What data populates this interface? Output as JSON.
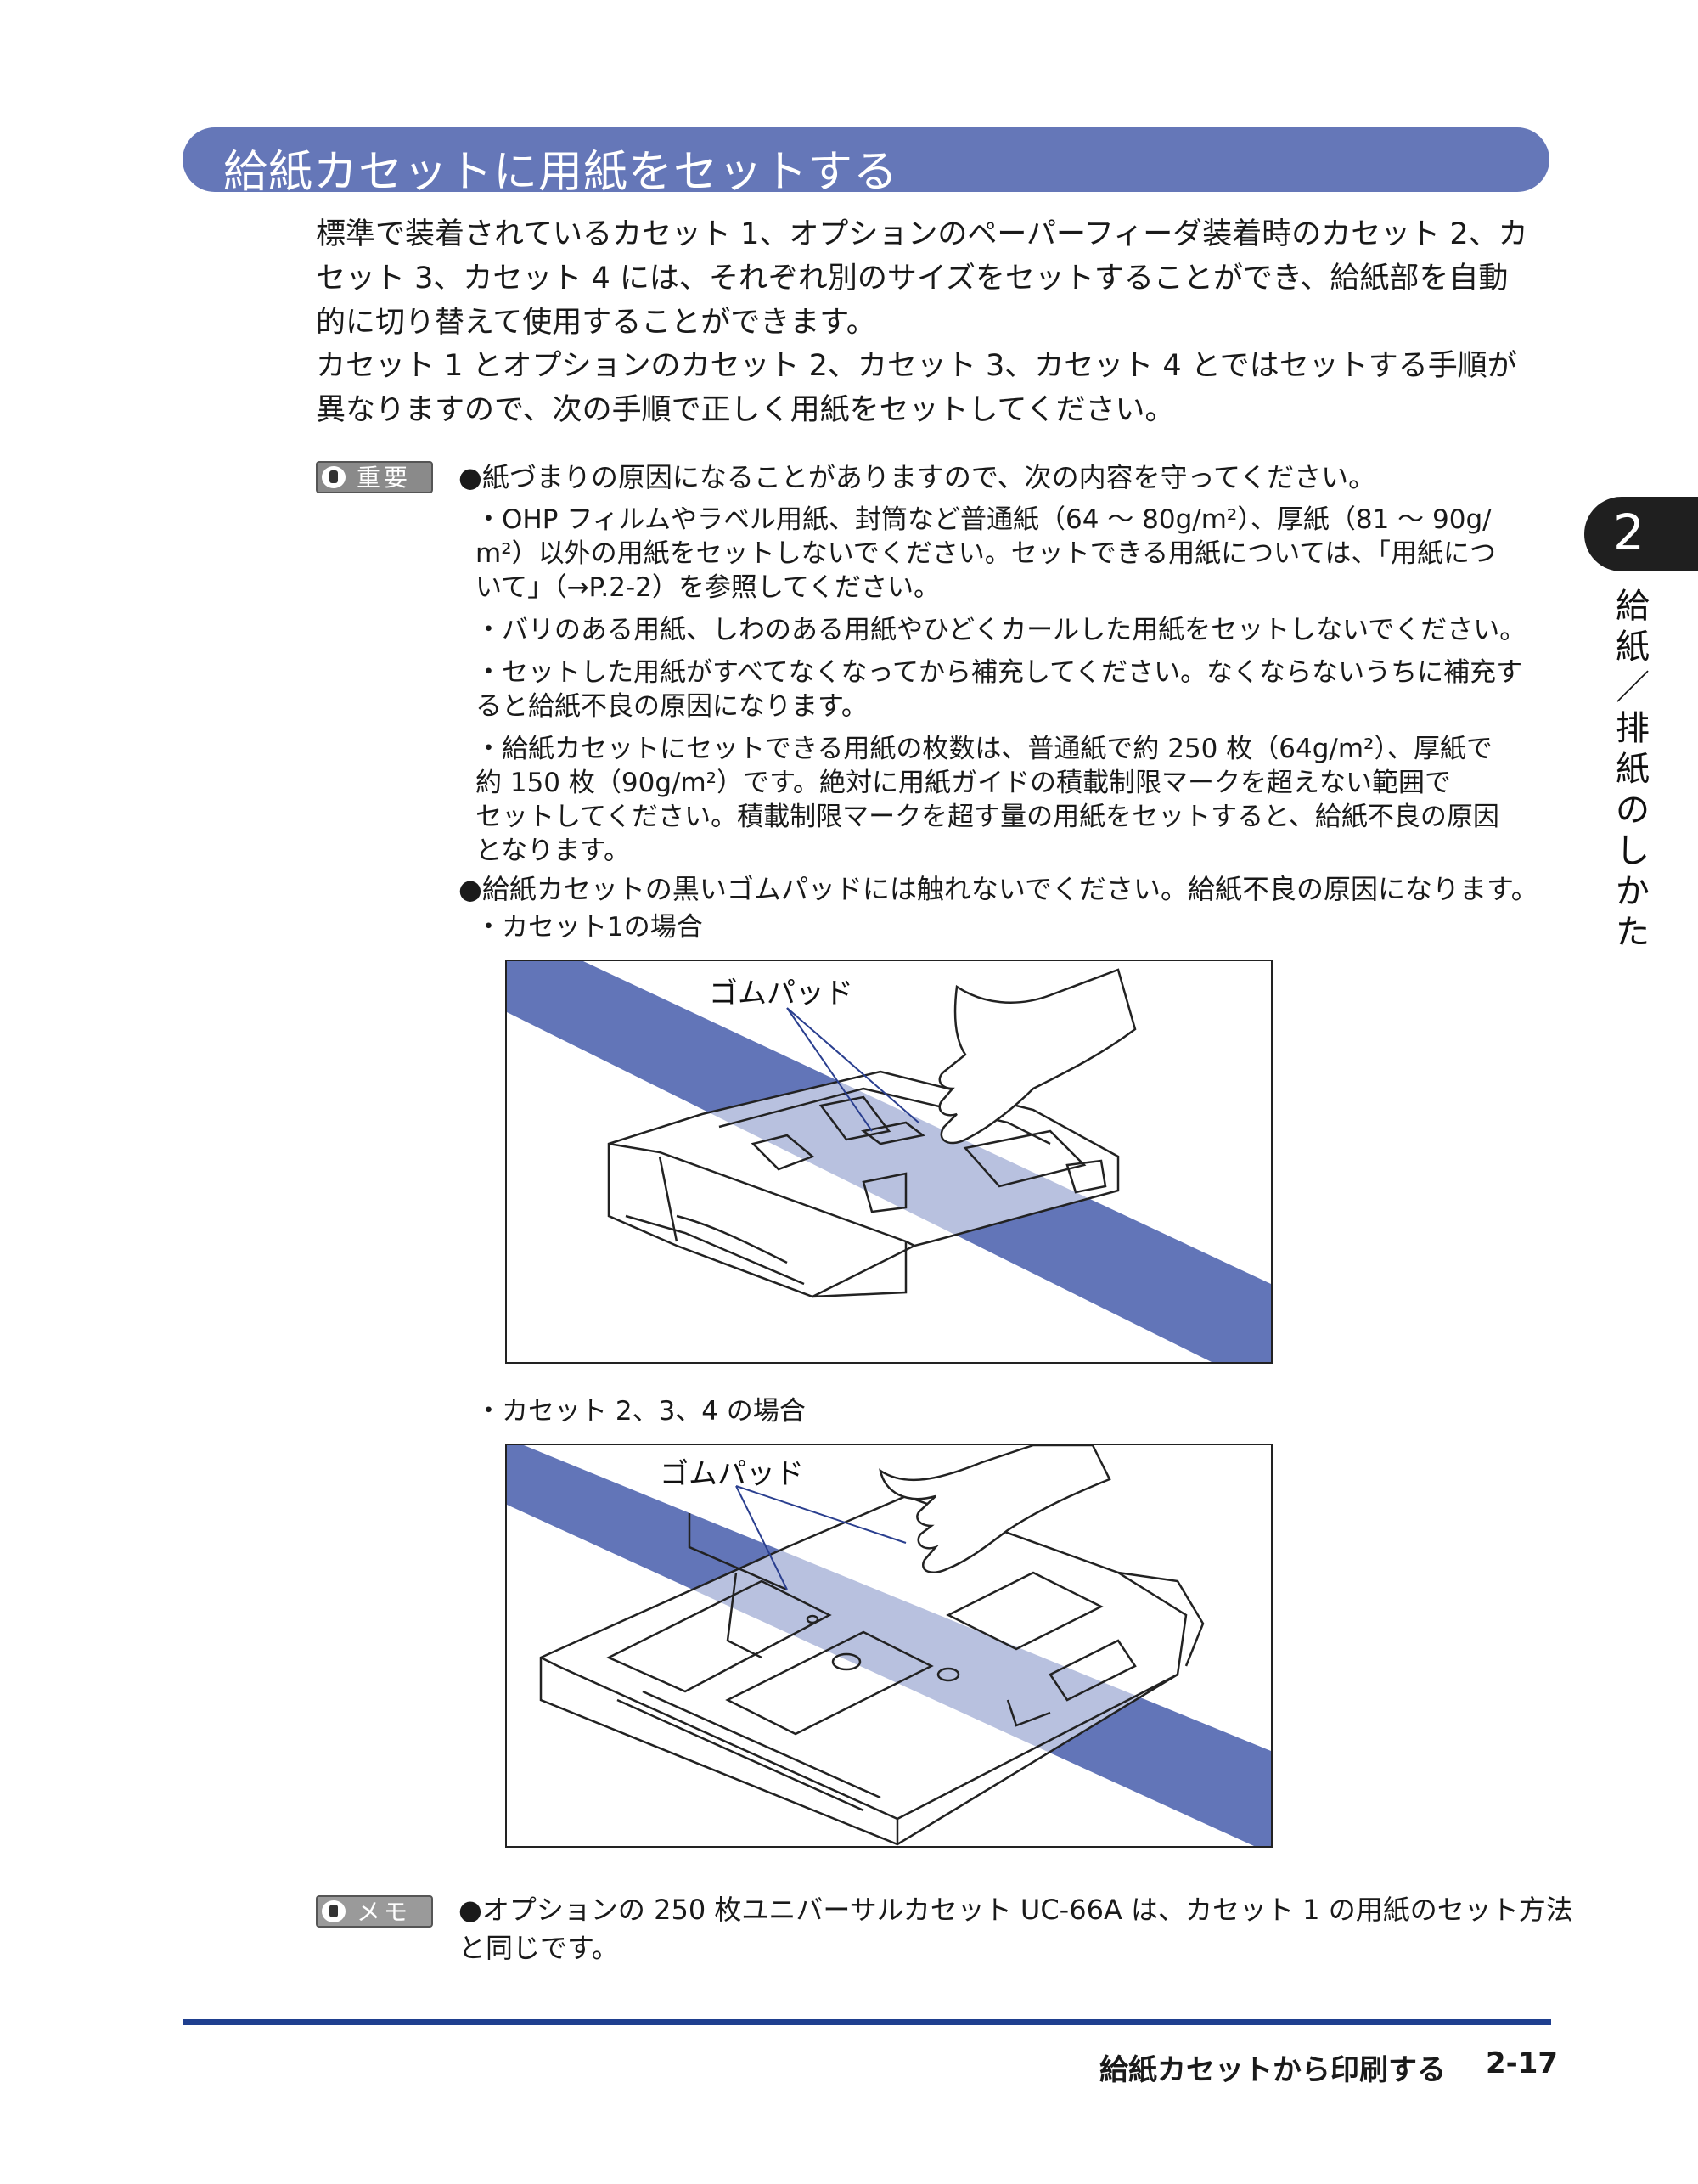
{
  "section": {
    "title": "給紙カセットに用紙をセットする"
  },
  "intro": {
    "para1": [
      "標準で装着されているカセット 1、オプションのペーパーフィーダ装着時のカセット 2、カ",
      "セット 3、カセット 4 には、それぞれ別のサイズをセットすることができ、給紙部を自動",
      "的に切り替えて使用することができます。"
    ],
    "para2": [
      "カセット 1 とオプションのカセット 2、カセット 3、カセット 4 とではセットする手順が",
      "異なりますので、次の手順で正しく用紙をセットしてください。"
    ]
  },
  "important": {
    "badge": "重要",
    "bullet1": "●紙づまりの原因になることがありますので、次の内容を守ってください。",
    "items": [
      [
        "・OHP フィルムやラベル用紙、封筒など普通紙（64 ～ 80g/m²）、厚紙（81 ～ 90g/",
        "  m²）以外の用紙をセットしないでください。セットできる用紙については、「用紙につ",
        "  いて」（→P.2-2）を参照してください。"
      ],
      [
        "・バリのある用紙、しわのある用紙やひどくカールした用紙をセットしないでください。"
      ],
      [
        "・セットした用紙がすべてなくなってから補充してください。なくならないうちに補充す",
        "  ると給紙不良の原因になります。"
      ],
      [
        "・給紙カセットにセットできる用紙の枚数は、普通紙で約 250 枚（64g/m²）、厚紙で",
        "  約 150 枚（90g/m²）です。絶対に用紙ガイドの積載制限マークを超えない範囲で",
        "  セットしてください。積載制限マークを超す量の用紙をセットすると、給紙不良の原因",
        "  となります。"
      ]
    ],
    "bullet2": "●給紙カセットの黒いゴムパッドには触れないでください。給紙不良の原因になります。",
    "case1": "・カセット1の場合",
    "case2": "・カセット 2、3、4 の場合"
  },
  "figures": {
    "fig1_label": "ゴムパッド",
    "fig2_label": "ゴムパッド"
  },
  "memo": {
    "badge": "メモ",
    "lines": [
      "●オプションの 250 枚ユニバーサルカセット UC-66A は、カセット 1 の用紙のセット方法",
      "  と同じです。"
    ]
  },
  "chapter": {
    "number": "2",
    "title_chars": [
      "給",
      "紙",
      "／",
      "排",
      "紙",
      "の",
      "し",
      "か",
      "た"
    ]
  },
  "footer": {
    "section": "給紙カセットから印刷する",
    "page": "2-17"
  },
  "colors": {
    "header": "#6577b8",
    "stripe": "#6275b8",
    "footer_rule": "#1f3f8f",
    "tab": "#1f1f1f"
  }
}
